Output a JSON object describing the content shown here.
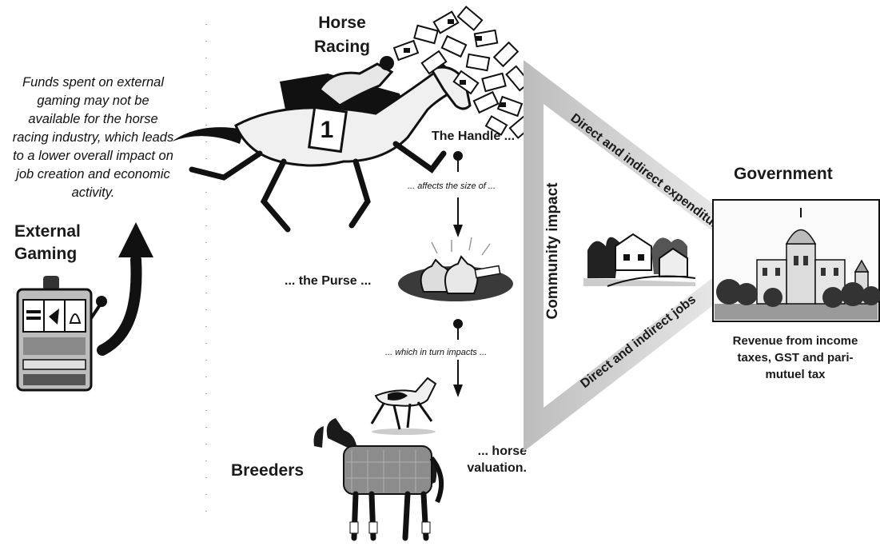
{
  "nodes": {
    "horse_racing": "Horse Racing",
    "external_gaming": "External Gaming",
    "government": "Government",
    "breeders": "Breeders",
    "community_impact": "Community impact"
  },
  "notes": {
    "external_gaming_note": "Funds spent on external gaming may not be available for the horse racing industry, which leads to a lower overall impact on job creation and economic activity.",
    "revenue": "Revenue from income taxes, GST and pari-mutuel tax"
  },
  "flow": {
    "handle": "The Handle ...",
    "affects": "... affects the size of ...",
    "purse": "... the Purse ...",
    "impacts": "... which in turn impacts ...",
    "horse_valuation": "... horse valuation."
  },
  "edges": {
    "direct_indirect_expenditures": "Direct and indirect expenditures",
    "direct_indirect_jobs": "Direct and indirect jobs"
  },
  "saddle_cloth_number": "1"
}
